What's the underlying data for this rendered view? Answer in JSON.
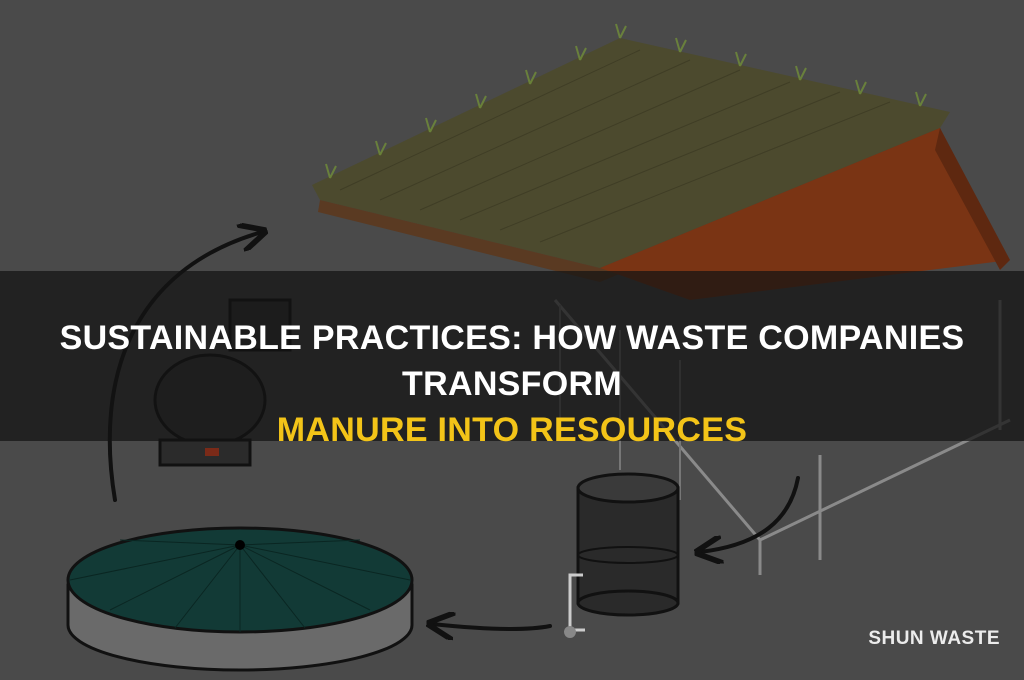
{
  "title": {
    "line1": "SUSTAINABLE PRACTICES: HOW WASTE COMPANIES TRANSFORM",
    "line2": "MANURE INTO RESOURCES"
  },
  "watermark": "SHUN WASTE",
  "colors": {
    "background": "#4a4a4a",
    "banner": "rgba(20,20,20,0.72)",
    "title_line1": "#ffffff",
    "title_line2": "#f3c418"
  }
}
